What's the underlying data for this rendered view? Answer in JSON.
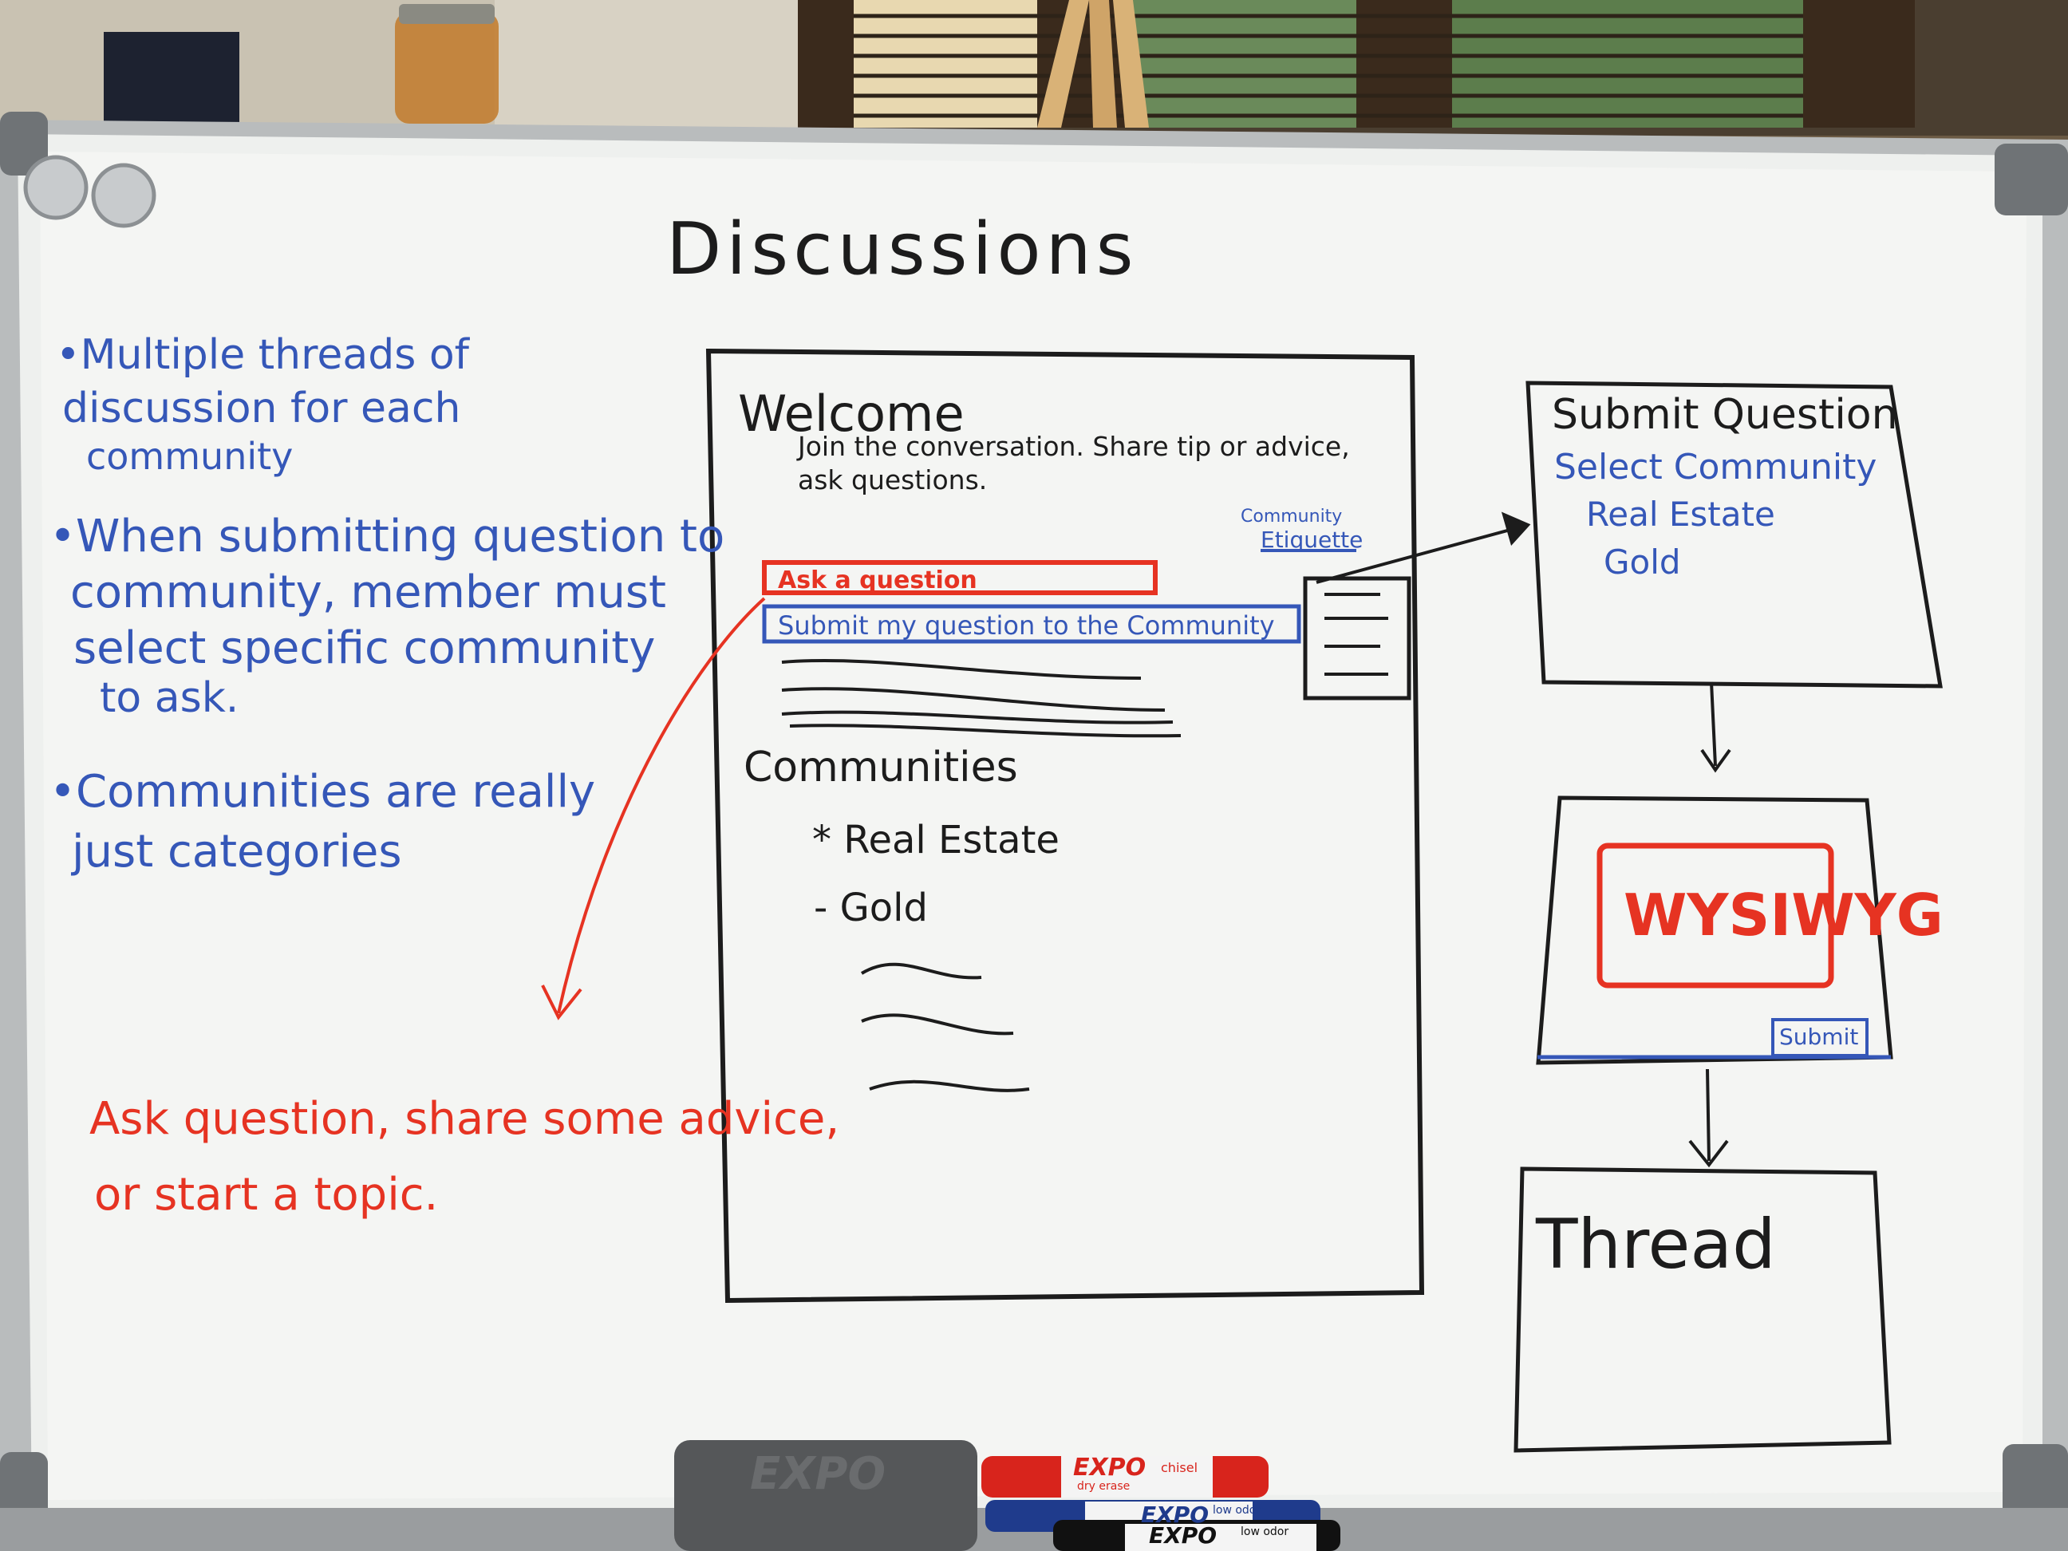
{
  "board": {
    "title": "Discussions"
  },
  "notes": {
    "bullets": [
      [
        "•Multiple threads of",
        "discussion for each",
        "community"
      ],
      [
        "•When submitting question to",
        "community, member must",
        "select specific community",
        "to ask."
      ],
      [
        "•Communities are really",
        "just categories"
      ]
    ],
    "red_note": [
      "Ask question, share some advice,",
      "or start a topic."
    ]
  },
  "main_page": {
    "welcome": "Welcome",
    "welcome_sub": [
      "Join the conversation. Share tip or advice,",
      "ask questions."
    ],
    "etiquette": [
      "Community",
      "Etiquette"
    ],
    "ask_button": "Ask a question",
    "submit_bar": "Submit my question to the Community",
    "communities_heading": "Communities",
    "communities": [
      "Real Estate",
      "Gold"
    ]
  },
  "submit_box": {
    "title": "Submit Question",
    "select_label": "Select Community",
    "options": [
      "Real Estate",
      "Gold"
    ]
  },
  "editor_box": {
    "editor_label": "WYSIWYG",
    "submit_label": "Submit"
  },
  "thread_box": {
    "label": "Thread"
  },
  "tray": {
    "eraser_brand": "EXPO",
    "markers": [
      {
        "brand": "EXPO",
        "note": "chisel",
        "sub": "dry erase",
        "color": "#d8241c"
      },
      {
        "brand": "EXPO",
        "note": "low odor",
        "sub": "",
        "color": "#1f3b8c"
      },
      {
        "brand": "EXPO",
        "note": "low odor",
        "sub": "",
        "color": "#111111"
      }
    ]
  },
  "colors": {
    "ink_black": "#1c1c1c",
    "ink_blue": "#3557b8",
    "ink_red": "#e63322",
    "board": "#f1f2f0"
  }
}
